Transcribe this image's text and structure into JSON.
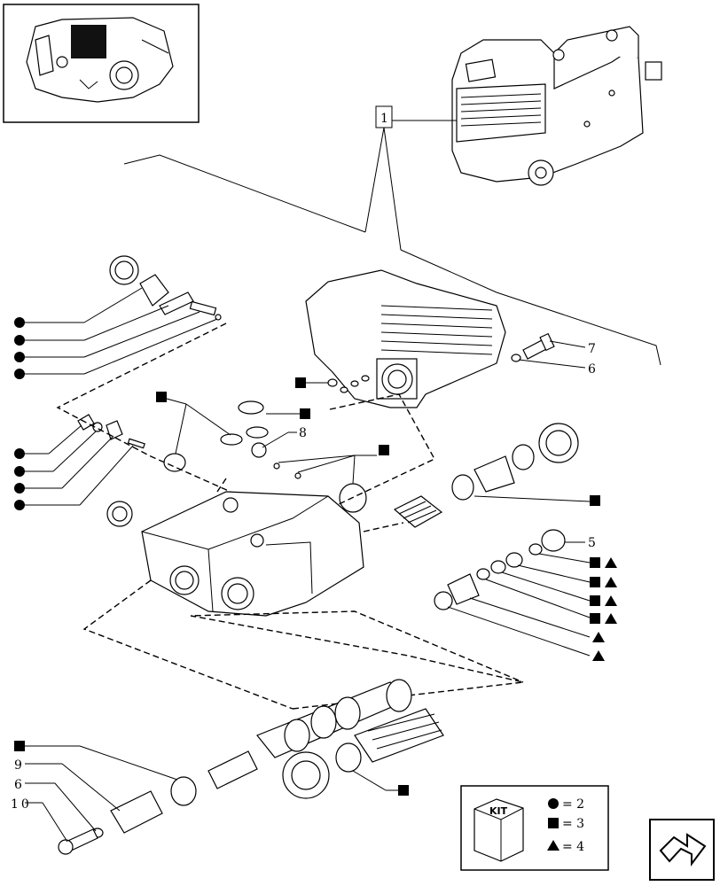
{
  "callouts": {
    "ref_1": "1",
    "ref_5": "5",
    "ref_6_top": "6",
    "ref_7": "7",
    "ref_8": "8",
    "ref_9": "9",
    "ref_6_bottom": "6",
    "ref_10": "10"
  },
  "kit_legend": {
    "kit_label": "KIT",
    "circle_eq": "= 2",
    "square_eq": "= 3",
    "triangle_eq": "= 4"
  },
  "nav": {
    "icon": "next-page-arrow-icon"
  },
  "colors": {
    "ink": "#000000",
    "paper": "#ffffff",
    "shade": "#222222"
  }
}
